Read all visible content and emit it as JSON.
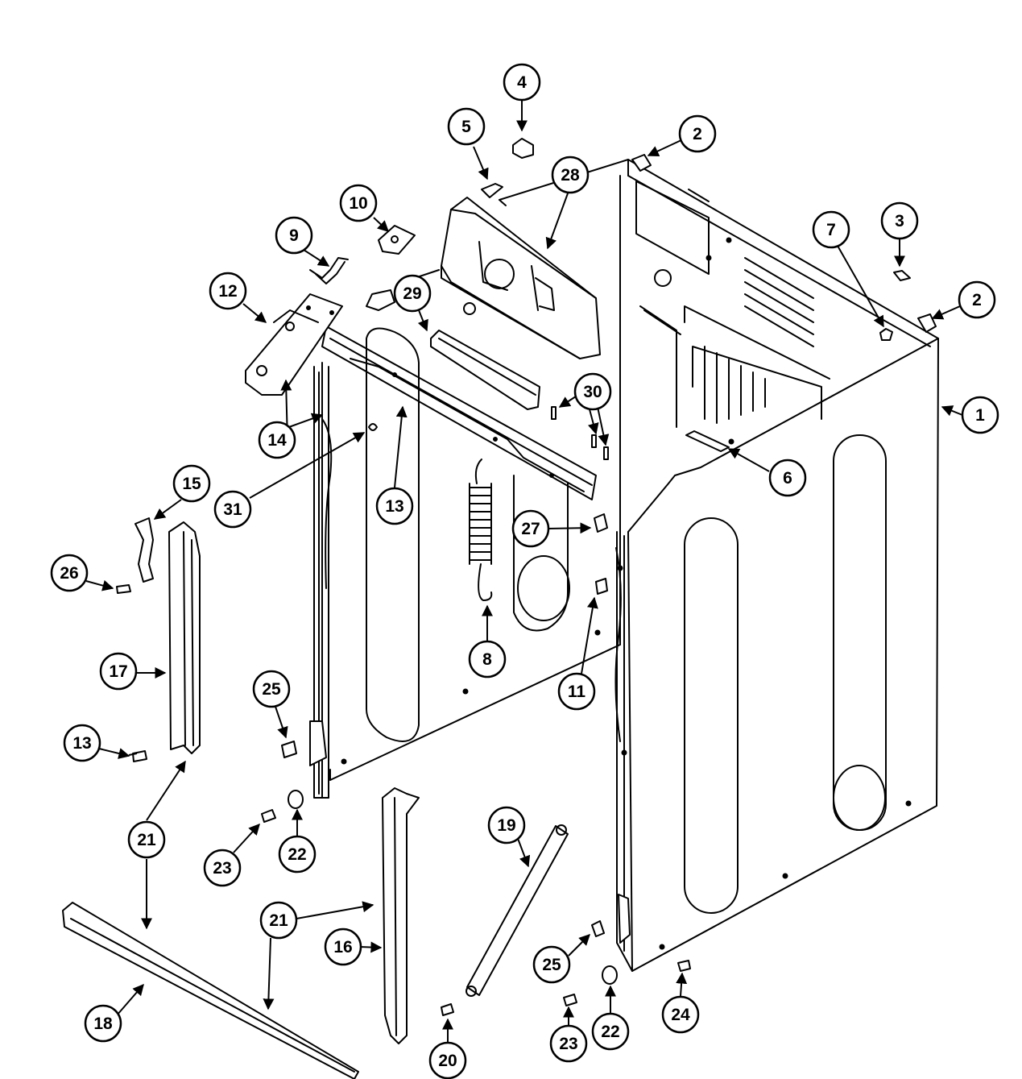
{
  "callouts": [
    {
      "id": "c1",
      "label": "1"
    },
    {
      "id": "c2a",
      "label": "2"
    },
    {
      "id": "c2b",
      "label": "2"
    },
    {
      "id": "c3",
      "label": "3"
    },
    {
      "id": "c4",
      "label": "4"
    },
    {
      "id": "c5",
      "label": "5"
    },
    {
      "id": "c6",
      "label": "6"
    },
    {
      "id": "c7",
      "label": "7"
    },
    {
      "id": "c8",
      "label": "8"
    },
    {
      "id": "c9",
      "label": "9"
    },
    {
      "id": "c10",
      "label": "10"
    },
    {
      "id": "c11",
      "label": "11"
    },
    {
      "id": "c12",
      "label": "12"
    },
    {
      "id": "c13a",
      "label": "13"
    },
    {
      "id": "c13b",
      "label": "13"
    },
    {
      "id": "c14",
      "label": "14"
    },
    {
      "id": "c15",
      "label": "15"
    },
    {
      "id": "c16",
      "label": "16"
    },
    {
      "id": "c17",
      "label": "17"
    },
    {
      "id": "c18",
      "label": "18"
    },
    {
      "id": "c19",
      "label": "19"
    },
    {
      "id": "c20",
      "label": "20"
    },
    {
      "id": "c21a",
      "label": "21"
    },
    {
      "id": "c21b",
      "label": "21"
    },
    {
      "id": "c22a",
      "label": "22"
    },
    {
      "id": "c22b",
      "label": "22"
    },
    {
      "id": "c23a",
      "label": "23"
    },
    {
      "id": "c23b",
      "label": "23"
    },
    {
      "id": "c24",
      "label": "24"
    },
    {
      "id": "c25a",
      "label": "25"
    },
    {
      "id": "c25b",
      "label": "25"
    },
    {
      "id": "c26",
      "label": "26"
    },
    {
      "id": "c27",
      "label": "27"
    },
    {
      "id": "c28",
      "label": "28"
    },
    {
      "id": "c29",
      "label": "29"
    },
    {
      "id": "c30",
      "label": "30"
    },
    {
      "id": "c31",
      "label": "31"
    }
  ]
}
